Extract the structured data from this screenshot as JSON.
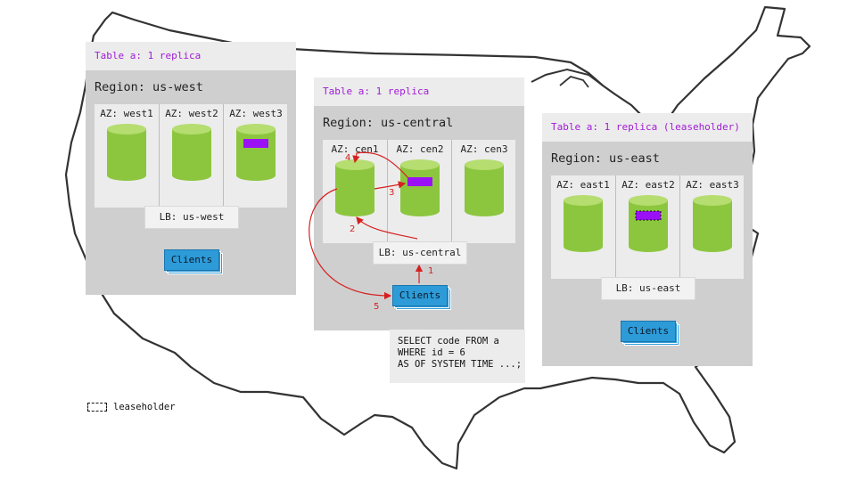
{
  "colors": {
    "cylinder": "#8cc63f",
    "cylinder_top": "#b5dd70",
    "replica": "#9b11f5",
    "arrow": "#d62020",
    "clients": "#2d9bd8",
    "header_text": "#a11bd6"
  },
  "regions": {
    "west": {
      "header": "Table a: 1 replica",
      "title": "Region: us-west",
      "azs": [
        "AZ: west1",
        "AZ: west2",
        "AZ: west3"
      ],
      "lb": "LB: us-west",
      "clients": "Clients"
    },
    "central": {
      "header": "Table a: 1 replica",
      "title": "Region: us-central",
      "azs": [
        "AZ: cen1",
        "AZ: cen2",
        "AZ: cen3"
      ],
      "lb": "LB: us-central",
      "clients": "Clients"
    },
    "east": {
      "header": "Table a: 1 replica (leaseholder)",
      "title": "Region: us-east",
      "azs": [
        "AZ: east1",
        "AZ: east2",
        "AZ: east3"
      ],
      "lb": "LB: us-east",
      "clients": "Clients"
    }
  },
  "query": [
    "SELECT code FROM a",
    "WHERE id = 6",
    "AS OF SYSTEM TIME ...;"
  ],
  "steps": [
    "1",
    "2",
    "3",
    "4",
    "5"
  ],
  "legend": "leaseholder"
}
